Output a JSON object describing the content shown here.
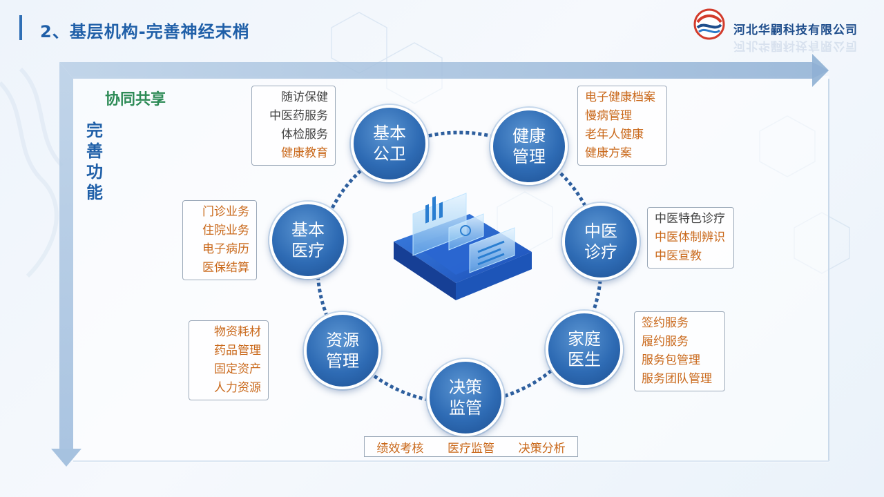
{
  "header": {
    "title": "2、基层机构-完善神经末梢",
    "company": "河北华嗣科技有限公司"
  },
  "labels": {
    "share": "协同共享",
    "function_chars": [
      "完",
      "善",
      "功",
      "能"
    ]
  },
  "nodes": {
    "gongwei": {
      "line1": "基本",
      "line2": "公卫"
    },
    "jiankang": {
      "line1": "健康",
      "line2": "管理"
    },
    "zhongyi": {
      "line1": "中医",
      "line2": "诊疗"
    },
    "jiating": {
      "line1": "家庭",
      "line2": "医生"
    },
    "juece": {
      "line1": "决策",
      "line2": "监管"
    },
    "ziyuan": {
      "line1": "资源",
      "line2": "管理"
    },
    "yiliao": {
      "line1": "基本",
      "line2": "医疗"
    }
  },
  "boxes": {
    "gongwei": [
      "随访保健",
      "中医药服务",
      "体检服务",
      "健康教育"
    ],
    "jiankang": [
      "电子健康档案",
      "慢病管理",
      "老年人健康",
      "健康方案"
    ],
    "zhongyi": [
      "中医特色诊疗",
      "中医体制辨识",
      "中医宣教"
    ],
    "jiating": [
      "签约服务",
      "履约服务",
      "服务包管理",
      "服务团队管理"
    ],
    "juece": [
      "绩效考核",
      "医疗监管",
      "决策分析"
    ],
    "ziyuan": [
      "物资耗材",
      "药品管理",
      "固定资产",
      "人力资源"
    ],
    "yiliao": [
      "门诊业务",
      "住院业务",
      "电子病历",
      "医保结算"
    ]
  },
  "colors": {
    "title": "#1f5fa8",
    "accent_orange": "#c9681a",
    "accent_green": "#2e8b57",
    "node_blue": "#2e6bb4"
  }
}
